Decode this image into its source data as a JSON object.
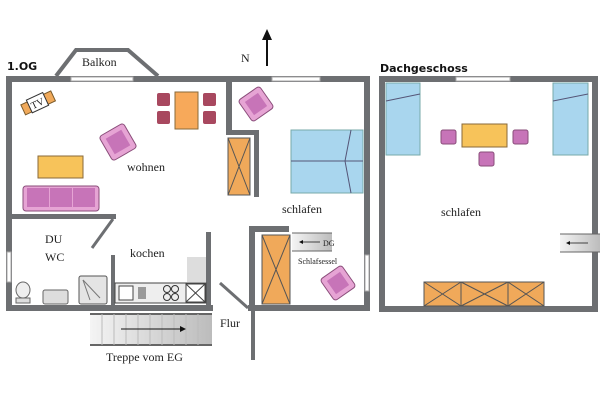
{
  "floors": {
    "upper": {
      "title": "1.OG",
      "balcony": "Balkon",
      "north": "N",
      "rooms": {
        "living": "wohnen",
        "bath_line1": "DU",
        "bath_line2": "WC",
        "kitchen": "kochen",
        "bedroom": "schlafen",
        "hall": "Flur"
      },
      "tv": "TV",
      "stairs_to_attic": "DG",
      "sleeper_chair": "Schlafsessel",
      "stairs_from_ground": "Treppe vom EG"
    },
    "attic": {
      "title": "Dachgeschoss",
      "room": "schlafen"
    }
  },
  "colors": {
    "wall": "#6d6f72",
    "wood": "#f0a95a",
    "bed": "#a9d6ee",
    "chair": "#c774b8",
    "table": "#f7c35a",
    "dining_chair": "#a8485f"
  }
}
